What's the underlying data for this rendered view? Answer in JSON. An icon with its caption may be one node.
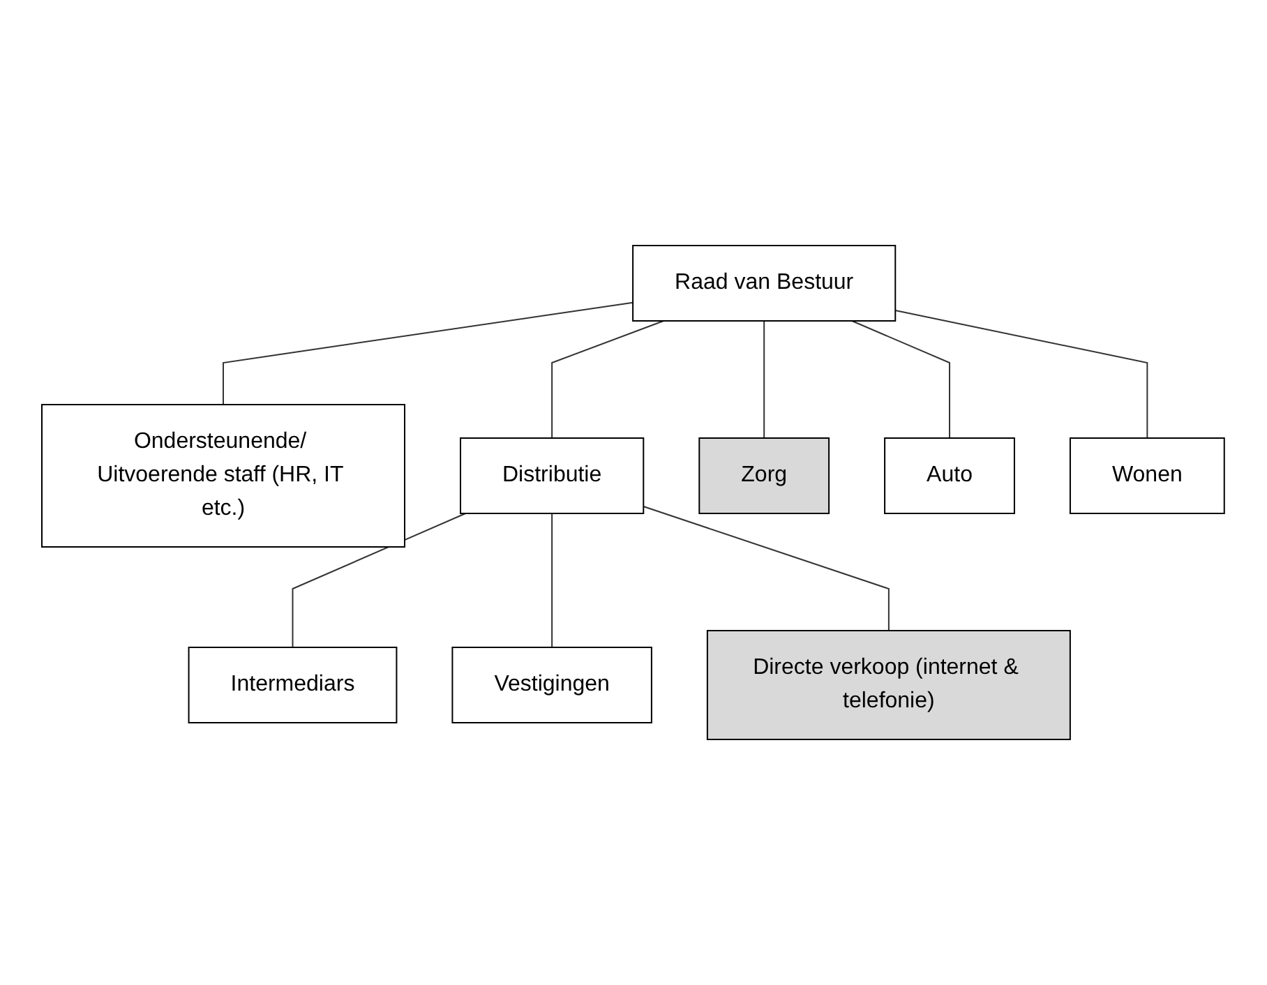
{
  "diagram": {
    "nodes": [
      {
        "text": [
          "Raad van Bestuur"
        ]
      },
      {
        "text": [
          "Ondersteunende/ Uitvoerende staff (HR, IT etc.)"
        ]
      },
      {
        "text": [
          "Distributie"
        ]
      },
      {
        "text": [
          "Zorg"
        ]
      },
      {
        "text": [
          "Auto"
        ]
      },
      {
        "text": [
          "Wonen"
        ]
      },
      {
        "text": [
          "Intermediars"
        ]
      },
      {
        "text": [
          "Vestigingen"
        ]
      },
      {
        "text": [
          "Directe verkoop (internet & telefonie)"
        ]
      }
    ],
    "edges": [
      {
        "from": 0,
        "to": 1,
        "arrow": "none"
      },
      {
        "from": 0,
        "to": 2,
        "arrow": "none"
      },
      {
        "from": 0,
        "to": 3,
        "arrow": "none"
      },
      {
        "from": 0,
        "to": 4,
        "arrow": "none"
      },
      {
        "from": 0,
        "to": 5,
        "arrow": "none"
      },
      {
        "from": 2,
        "to": 6,
        "arrow": "none"
      },
      {
        "from": 2,
        "to": 7,
        "arrow": "none"
      },
      {
        "from": 2,
        "to": 8,
        "arrow": "none"
      }
    ]
  }
}
